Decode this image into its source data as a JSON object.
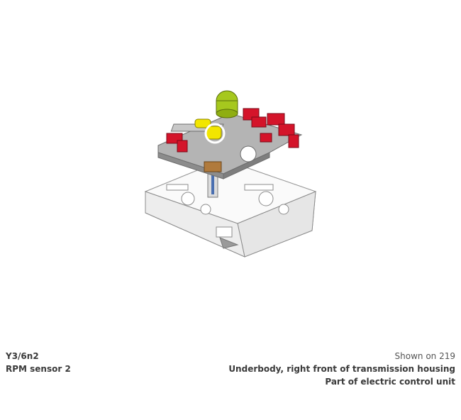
{
  "component": {
    "code": "Y3/6n2",
    "name": "RPM sensor 2"
  },
  "reference": {
    "shown_on": "Shown on 219",
    "location": "Underbody, right front of transmission housing",
    "part_of": "Part of electric control unit"
  },
  "colors": {
    "highlight_red": "#d4142a",
    "highlight_yellow": "#f2e600",
    "highlight_green": "#a6c81e",
    "connector_brown": "#b07a3c",
    "marker_circle": "#ffffff",
    "housing_gray": "#9a9a9a"
  }
}
